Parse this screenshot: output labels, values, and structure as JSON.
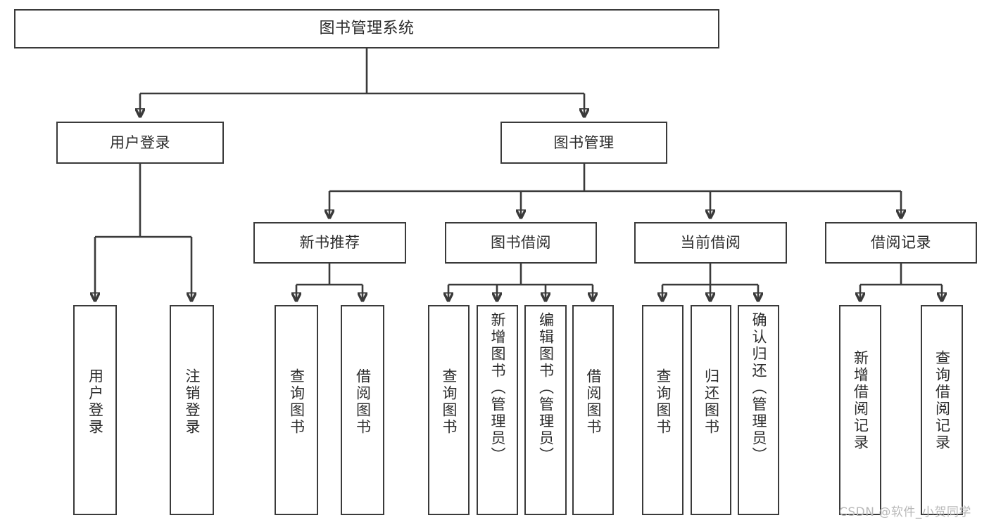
{
  "diagram": {
    "type": "tree-hierarchy",
    "title": "图书管理系统",
    "watermark": "CSDN @软件_小贺同学",
    "colors": {
      "stroke": "#3a3a3a",
      "fill": "#ffffff",
      "text": "#2b2b2b",
      "watermark": "#b9b9b9"
    },
    "nodes": {
      "root": {
        "label": "图书管理系统"
      },
      "level1": [
        {
          "id": "user-login",
          "label": "用户登录"
        },
        {
          "id": "book-manage",
          "label": "图书管理"
        }
      ],
      "level2": [
        {
          "id": "new-book-recommend",
          "label": "新书推荐"
        },
        {
          "id": "book-borrow",
          "label": "图书借阅"
        },
        {
          "id": "current-borrow",
          "label": "当前借阅"
        },
        {
          "id": "borrow-record",
          "label": "借阅记录"
        }
      ],
      "leaves": {
        "user_login": [
          {
            "id": "leaf-user-login",
            "label": "用户登录"
          },
          {
            "id": "leaf-logout",
            "label": "注销登录"
          }
        ],
        "new_book_recommend": [
          {
            "id": "leaf-query-book-1",
            "label": "查询图书"
          },
          {
            "id": "leaf-borrow-book-1",
            "label": "借阅图书"
          }
        ],
        "book_borrow": [
          {
            "id": "leaf-query-book-2",
            "label": "查询图书"
          },
          {
            "id": "leaf-add-book",
            "label": "新增图书（管理员）"
          },
          {
            "id": "leaf-edit-book",
            "label": "编辑图书（管理员）"
          },
          {
            "id": "leaf-borrow-book-2",
            "label": "借阅图书"
          }
        ],
        "current_borrow": [
          {
            "id": "leaf-query-book-3",
            "label": "查询图书"
          },
          {
            "id": "leaf-return-book",
            "label": "归还图书"
          },
          {
            "id": "leaf-confirm-return",
            "label": "确认归还（管理员）"
          }
        ],
        "borrow_record": [
          {
            "id": "leaf-add-record",
            "label": "新增借阅记录"
          },
          {
            "id": "leaf-query-record",
            "label": "查询借阅记录"
          }
        ]
      }
    }
  }
}
